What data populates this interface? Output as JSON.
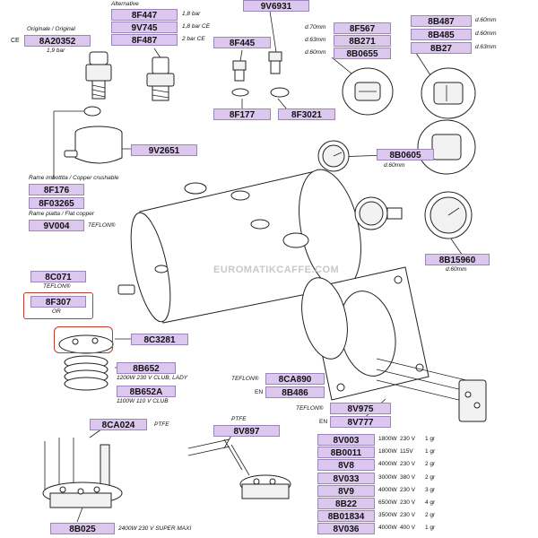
{
  "watermark": "EUROMATIKCAFFE.COM",
  "headers": {
    "alternative": "Alternative",
    "original": "Originale / Original",
    "ce": "CE",
    "copper_crushable": "Rame imbottita / Copper crushable",
    "copper_flat": "Rame piatta / Flat copper",
    "teflon_1": "TEFLON®",
    "teflon_2": "TEFLON®",
    "teflon_3": "TEFLON®",
    "teflon_4": "TEFLON®",
    "or": "OR",
    "en_1": "EN",
    "en_2": "EN",
    "ptfe_1": "PTFE",
    "ptfe_2": "PTFE"
  },
  "labels": {
    "p8F447": "8F447",
    "p9V745": "9V745",
    "p8F487": "8F487",
    "p8A20352": "8A20352",
    "p9V6931": "9V6931",
    "p8F445": "8F445",
    "p8F177": "8F177",
    "p8F3021": "8F3021",
    "p8F567": "8F567",
    "p8B271": "8B271",
    "p8B0655": "8B0655",
    "p8B487": "8B487",
    "p8B485": "8B485",
    "p8B27": "8B27",
    "p9V2651": "9V2651",
    "p8F176": "8F176",
    "p8F03265": "8F03265",
    "p9V004": "9V004",
    "p8B0605": "8B0605",
    "p8B15960": "8B15960",
    "p8C071": "8C071",
    "p8F307": "8F307",
    "p8C3281": "8C3281",
    "p8B652": "8B652",
    "p8B652A": "8B652A",
    "p8CA890": "8CA890",
    "p8B486": "8B486",
    "p8V975": "8V975",
    "p8V777": "8V777",
    "p8CA024": "8CA024",
    "p8V897": "8V897",
    "p8B025": "8B025"
  },
  "specs": {
    "s8F447": "1,8 bar",
    "s9V745": "1,8 bar CE",
    "s8F487": "2 bar CE",
    "s8A20352": "1,9 bar",
    "s8F567": "d.70mm",
    "s8B271": "d.63mm",
    "s8B0655": "d.60mm",
    "s8B487": "d.60mm",
    "s8B485": "d.60mm",
    "s8B27": "d.63mm",
    "s8B0605": "d.60mm",
    "s8B15960": "d.60mm",
    "s8B652": "1200W   230 V CLUB, LADY",
    "s8B652A": "1100W   110 V CLUB",
    "s8B025": "2400W   230 V   SUPER MAXI"
  },
  "elements": [
    {
      "code": "8V003",
      "w": "1800W",
      "v": "230 V",
      "g": "1 gr"
    },
    {
      "code": "8B0011",
      "w": "1800W",
      "v": "115V",
      "g": "1 gr"
    },
    {
      "code": "8V8",
      "w": "4000W",
      "v": "230 V",
      "g": "2 gr"
    },
    {
      "code": "8V033",
      "w": "3000W",
      "v": "380 V",
      "g": "2 gr"
    },
    {
      "code": "8V9",
      "w": "4000W",
      "v": "230 V",
      "g": "3 gr"
    },
    {
      "code": "8B22",
      "w": "6500W",
      "v": "230 V",
      "g": "4 gr"
    },
    {
      "code": "8B01834",
      "w": "3500W",
      "v": "230 V",
      "g": "2 gr"
    },
    {
      "code": "8V036",
      "w": "4000W",
      "v": "400 V",
      "g": "1 gr"
    }
  ]
}
